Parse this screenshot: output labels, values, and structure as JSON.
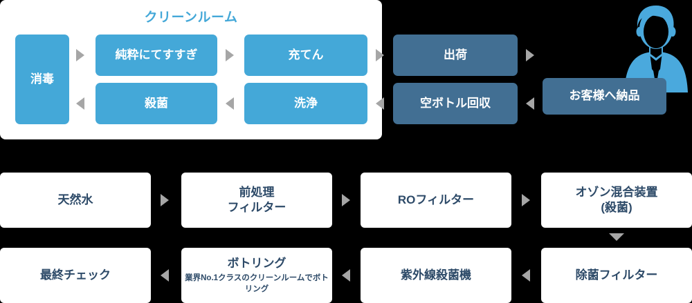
{
  "clean_room": {
    "title": "クリーンルーム",
    "boxes": [
      {
        "label": "消毒"
      },
      {
        "label": "純粋にてすすぎ"
      },
      {
        "label": "充てん"
      },
      {
        "label": "殺菌"
      },
      {
        "label": "洗浄"
      }
    ]
  },
  "delivery": {
    "boxes": [
      {
        "label": "出荷"
      },
      {
        "label": "空ボトル回収"
      },
      {
        "label": "お客様へ納品"
      }
    ],
    "avatar_icon": "businessman-avatar-icon"
  },
  "water_process": {
    "row1": [
      {
        "label": "天然水",
        "sub": ""
      },
      {
        "label": "前処理\nフィルター",
        "line1": "前処理",
        "line2": "フィルター",
        "sub": ""
      },
      {
        "label": "ROフィルター",
        "sub": ""
      },
      {
        "label": "オゾン混合装置\n(殺菌)",
        "line1": "オゾン混合装置",
        "line2": "(殺菌)",
        "sub": ""
      }
    ],
    "row2": [
      {
        "label": "最終チェック",
        "sub": ""
      },
      {
        "label": "ボトリング",
        "sub": "業界No.1クラスのクリーンルームでボトリング"
      },
      {
        "label": "紫外線殺菌機",
        "sub": ""
      },
      {
        "label": "除菌フィルター",
        "sub": ""
      }
    ]
  },
  "arrows": {
    "right_icon": "arrow-right-icon",
    "left_icon": "arrow-left-icon",
    "down_icon": "arrow-down-icon"
  },
  "colors": {
    "light_blue": "#44a8d8",
    "dark_blue": "#426f93",
    "text_dark": "#2d4a68",
    "arrow_gray": "#a6a6a6",
    "panel_white": "#ffffff",
    "background": "#000000"
  }
}
